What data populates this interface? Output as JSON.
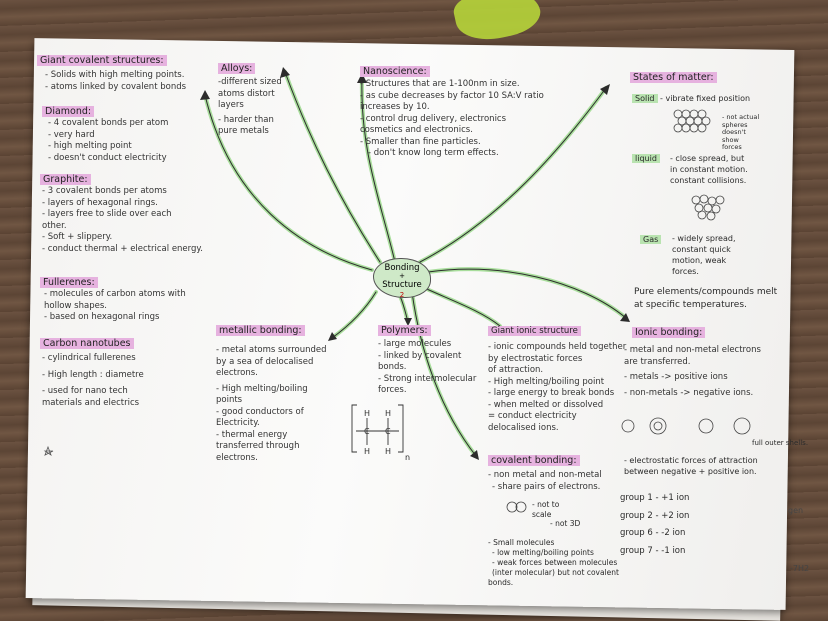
{
  "center": {
    "line1": "Bonding",
    "line2": "+",
    "line3": "Structure",
    "number": "2"
  },
  "giant_covalent": {
    "title": "Giant covalent structures:",
    "items": [
      "- Solids with high melting points.",
      "- atoms linked by covalent bonds"
    ]
  },
  "diamond": {
    "title": "Diamond:",
    "items": [
      "- 4 covalent bonds per atom",
      "- very hard",
      "- high melting point",
      "- doesn't conduct electricity"
    ]
  },
  "graphite": {
    "title": "Graphite:",
    "items": [
      "- 3 covalent bonds per atoms",
      "- layers of hexagonal rings.",
      "- layers free to slide over each",
      "   other.",
      "- Soft + slippery.",
      "- conduct thermal + electrical energy."
    ]
  },
  "fullerenes": {
    "title": "Fullerenes:",
    "items": [
      "- molecules of carbon atoms with",
      "   hollow shapes.",
      "- based on hexagonal rings"
    ]
  },
  "nanotubes": {
    "title": "Carbon nanotubes",
    "items": [
      "- cylindrical fullerenes",
      "- High length : diametre",
      "- used for nano tech",
      "   materials and electrics"
    ]
  },
  "alloys": {
    "title": "Alloys:",
    "items": [
      "-different sized",
      "  atoms distort",
      "  layers",
      "- harder than",
      "  pure metals"
    ]
  },
  "nanoscience": {
    "title": "Nanoscience:",
    "items": [
      "- Structures that are 1-100nm in size.",
      "- as cube decreases by factor 10 SA:V ratio",
      "   increases by 10.",
      "",
      "- control drug delivery, electronics",
      "  cosmetics and electronics.",
      "",
      "- Smaller than fine particles.",
      "",
      "- don't know long term effects."
    ]
  },
  "states": {
    "title": "States of matter:",
    "solid": {
      "label": "Solid",
      "text": "- vibrate fixed position",
      "note": [
        "- not actual",
        "  spheres",
        "  doesn't",
        "  show",
        "  forces"
      ]
    },
    "liquid": {
      "label": "liquid",
      "text": [
        "- close spread, but",
        "  in constant motion.",
        "  constant collisions."
      ]
    },
    "gas": {
      "label": "Gas",
      "text": [
        "- widely spread,",
        "  constant quick",
        "  motion, weak",
        "  forces."
      ]
    },
    "footer": [
      "Pure elements/compounds melt",
      "at specific temperatures."
    ]
  },
  "metallic": {
    "title": "metallic bonding:",
    "items": [
      "- metal atoms surrounded",
      "  by a sea of delocalised",
      "  electrons.",
      "- High melting/boiling",
      "                     points",
      "- good conductors of",
      "  Electricity.",
      "",
      "- thermal energy",
      "  transferred through",
      "  electrons."
    ]
  },
  "polymers": {
    "title": "Polymers:",
    "items": [
      "- large molecules",
      "- linked by covalent",
      "  bonds.",
      "- Strong intermolecular",
      "  forces."
    ],
    "subscript": "n"
  },
  "giant_ionic": {
    "title": "Giant ionic structure",
    "items": [
      "- ionic compounds held together",
      "  by electrostatic forces",
      "  of attraction.",
      "",
      "- High melting/boiling point",
      "- large energy to break bonds",
      "- when melted or dissolved",
      "  = conduct electricity",
      "  delocalised ions."
    ]
  },
  "ionic": {
    "title": "Ionic bonding:",
    "items": [
      "- metal and non-metal electrons",
      "  are transferred.",
      "- metals -> positive ions",
      "- non-metals -> negative ions."
    ],
    "diagram_note": "full outer shells.",
    "forces": [
      "- electrostatic forces of attraction",
      "  between negative + positive ion."
    ],
    "groups": [
      "group 1 - +1 ion",
      "group 2 - +2 ion",
      "group 6 - -2 ion",
      "group 7 - -1 ion"
    ]
  },
  "covalent": {
    "title": "covalent bonding:",
    "items": [
      "- non metal and non-metal",
      "- share pairs of electrons."
    ],
    "diagram_note": [
      "- not to",
      "  scale",
      "- not 3D"
    ],
    "small": [
      "- Small molecules",
      "- low melting/boiling points",
      "- weak forces between molecules",
      "  (inter molecular) but   not covalent",
      "                                        bonds."
    ]
  },
  "edge_marks": {
    "right1": "gen",
    "right2": "-7H2"
  }
}
